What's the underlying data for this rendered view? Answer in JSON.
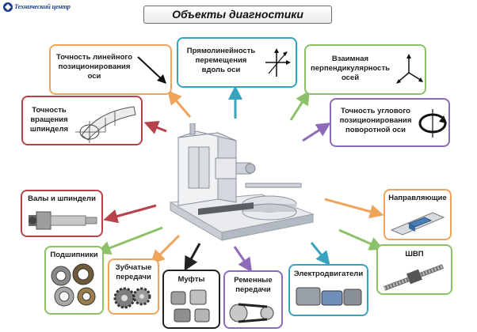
{
  "logo": {
    "text": "Технический центр",
    "color": "#1a3f8f"
  },
  "title": "Объекты диагностики",
  "boxes": {
    "linear_positioning": "Точность линейного\nпозиционирования\nоси",
    "straightness": "Прямолинейность\nперемещения\nвдоль оси",
    "perpendicularity": "Взаимная\nперпендикулярность\nосей",
    "spindle_rotation": "Точность\nвращения\nшпинделя",
    "angular_positioning": "Точность углового\nпозиционирования\nповоротной оси",
    "shafts_spindles": "Валы и шпиндели",
    "guides": "Направляющие",
    "bearings": "Подшипники",
    "gears": "Зубчатые\nпередачи",
    "couplings": "Муфты",
    "belt_drives": "Ременные\nпередачи",
    "motors": "Электродвигатели",
    "ball_screw": "ШВП"
  },
  "colors": {
    "orange": "#f0a35a",
    "teal": "#38a3be",
    "green": "#8cc069",
    "red": "#b8424c",
    "purple": "#8e6bb8",
    "black": "#222222"
  }
}
